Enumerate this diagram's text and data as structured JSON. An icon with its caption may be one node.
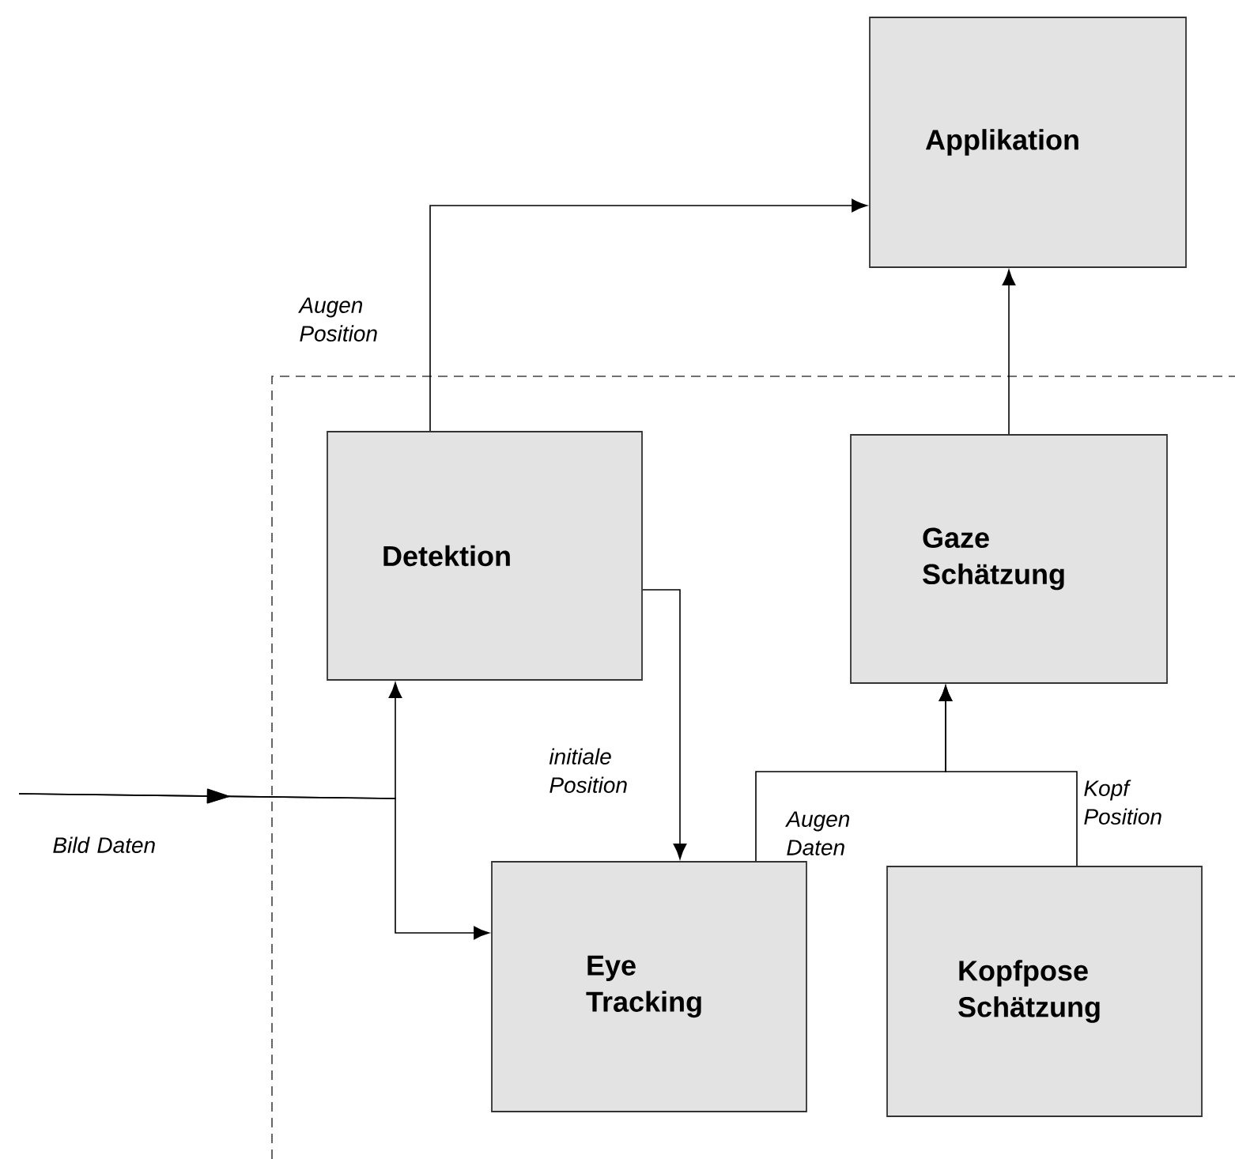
{
  "diagram": {
    "nodes": [
      {
        "text": [
          "Applikation"
        ]
      },
      {
        "text": [
          "Detektion"
        ]
      },
      {
        "text": [
          "Gaze Schätzung"
        ]
      },
      {
        "text": [
          "Eye Tracking"
        ]
      },
      {
        "text": [
          "Kopfpose Schätzung"
        ]
      }
    ],
    "edges": [
      {
        "from": 1,
        "to": 0,
        "arrow": "to",
        "label": "Augen Position"
      },
      {
        "from": 1,
        "to": 3,
        "arrow": "to",
        "label": "initiale Position"
      },
      {
        "from": null,
        "to": 1,
        "arrow": "to",
        "label": "Bild Daten"
      },
      {
        "from": null,
        "to": 3,
        "arrow": "to"
      },
      {
        "from": 3,
        "to": 2,
        "arrow": "to",
        "label": "Augen Daten"
      },
      {
        "from": 4,
        "to": 2,
        "arrow": "to",
        "label": "Kopf Position"
      },
      {
        "from": 2,
        "to": 0,
        "arrow": "to"
      }
    ]
  }
}
